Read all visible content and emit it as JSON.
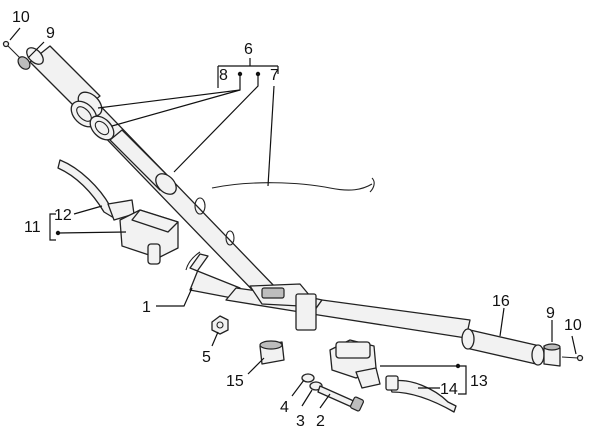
{
  "diagram": {
    "callouts": {
      "c10_top": "10",
      "c9_top": "9",
      "c6": "6",
      "c8": "8",
      "c7": "7",
      "c11": "11",
      "c12": "12",
      "c1": "1",
      "c5": "5",
      "c15": "15",
      "c4": "4",
      "c3": "3",
      "c2": "2",
      "c16": "16",
      "c9_right": "9",
      "c10_right": "10",
      "c13": "13",
      "c14": "14"
    }
  }
}
